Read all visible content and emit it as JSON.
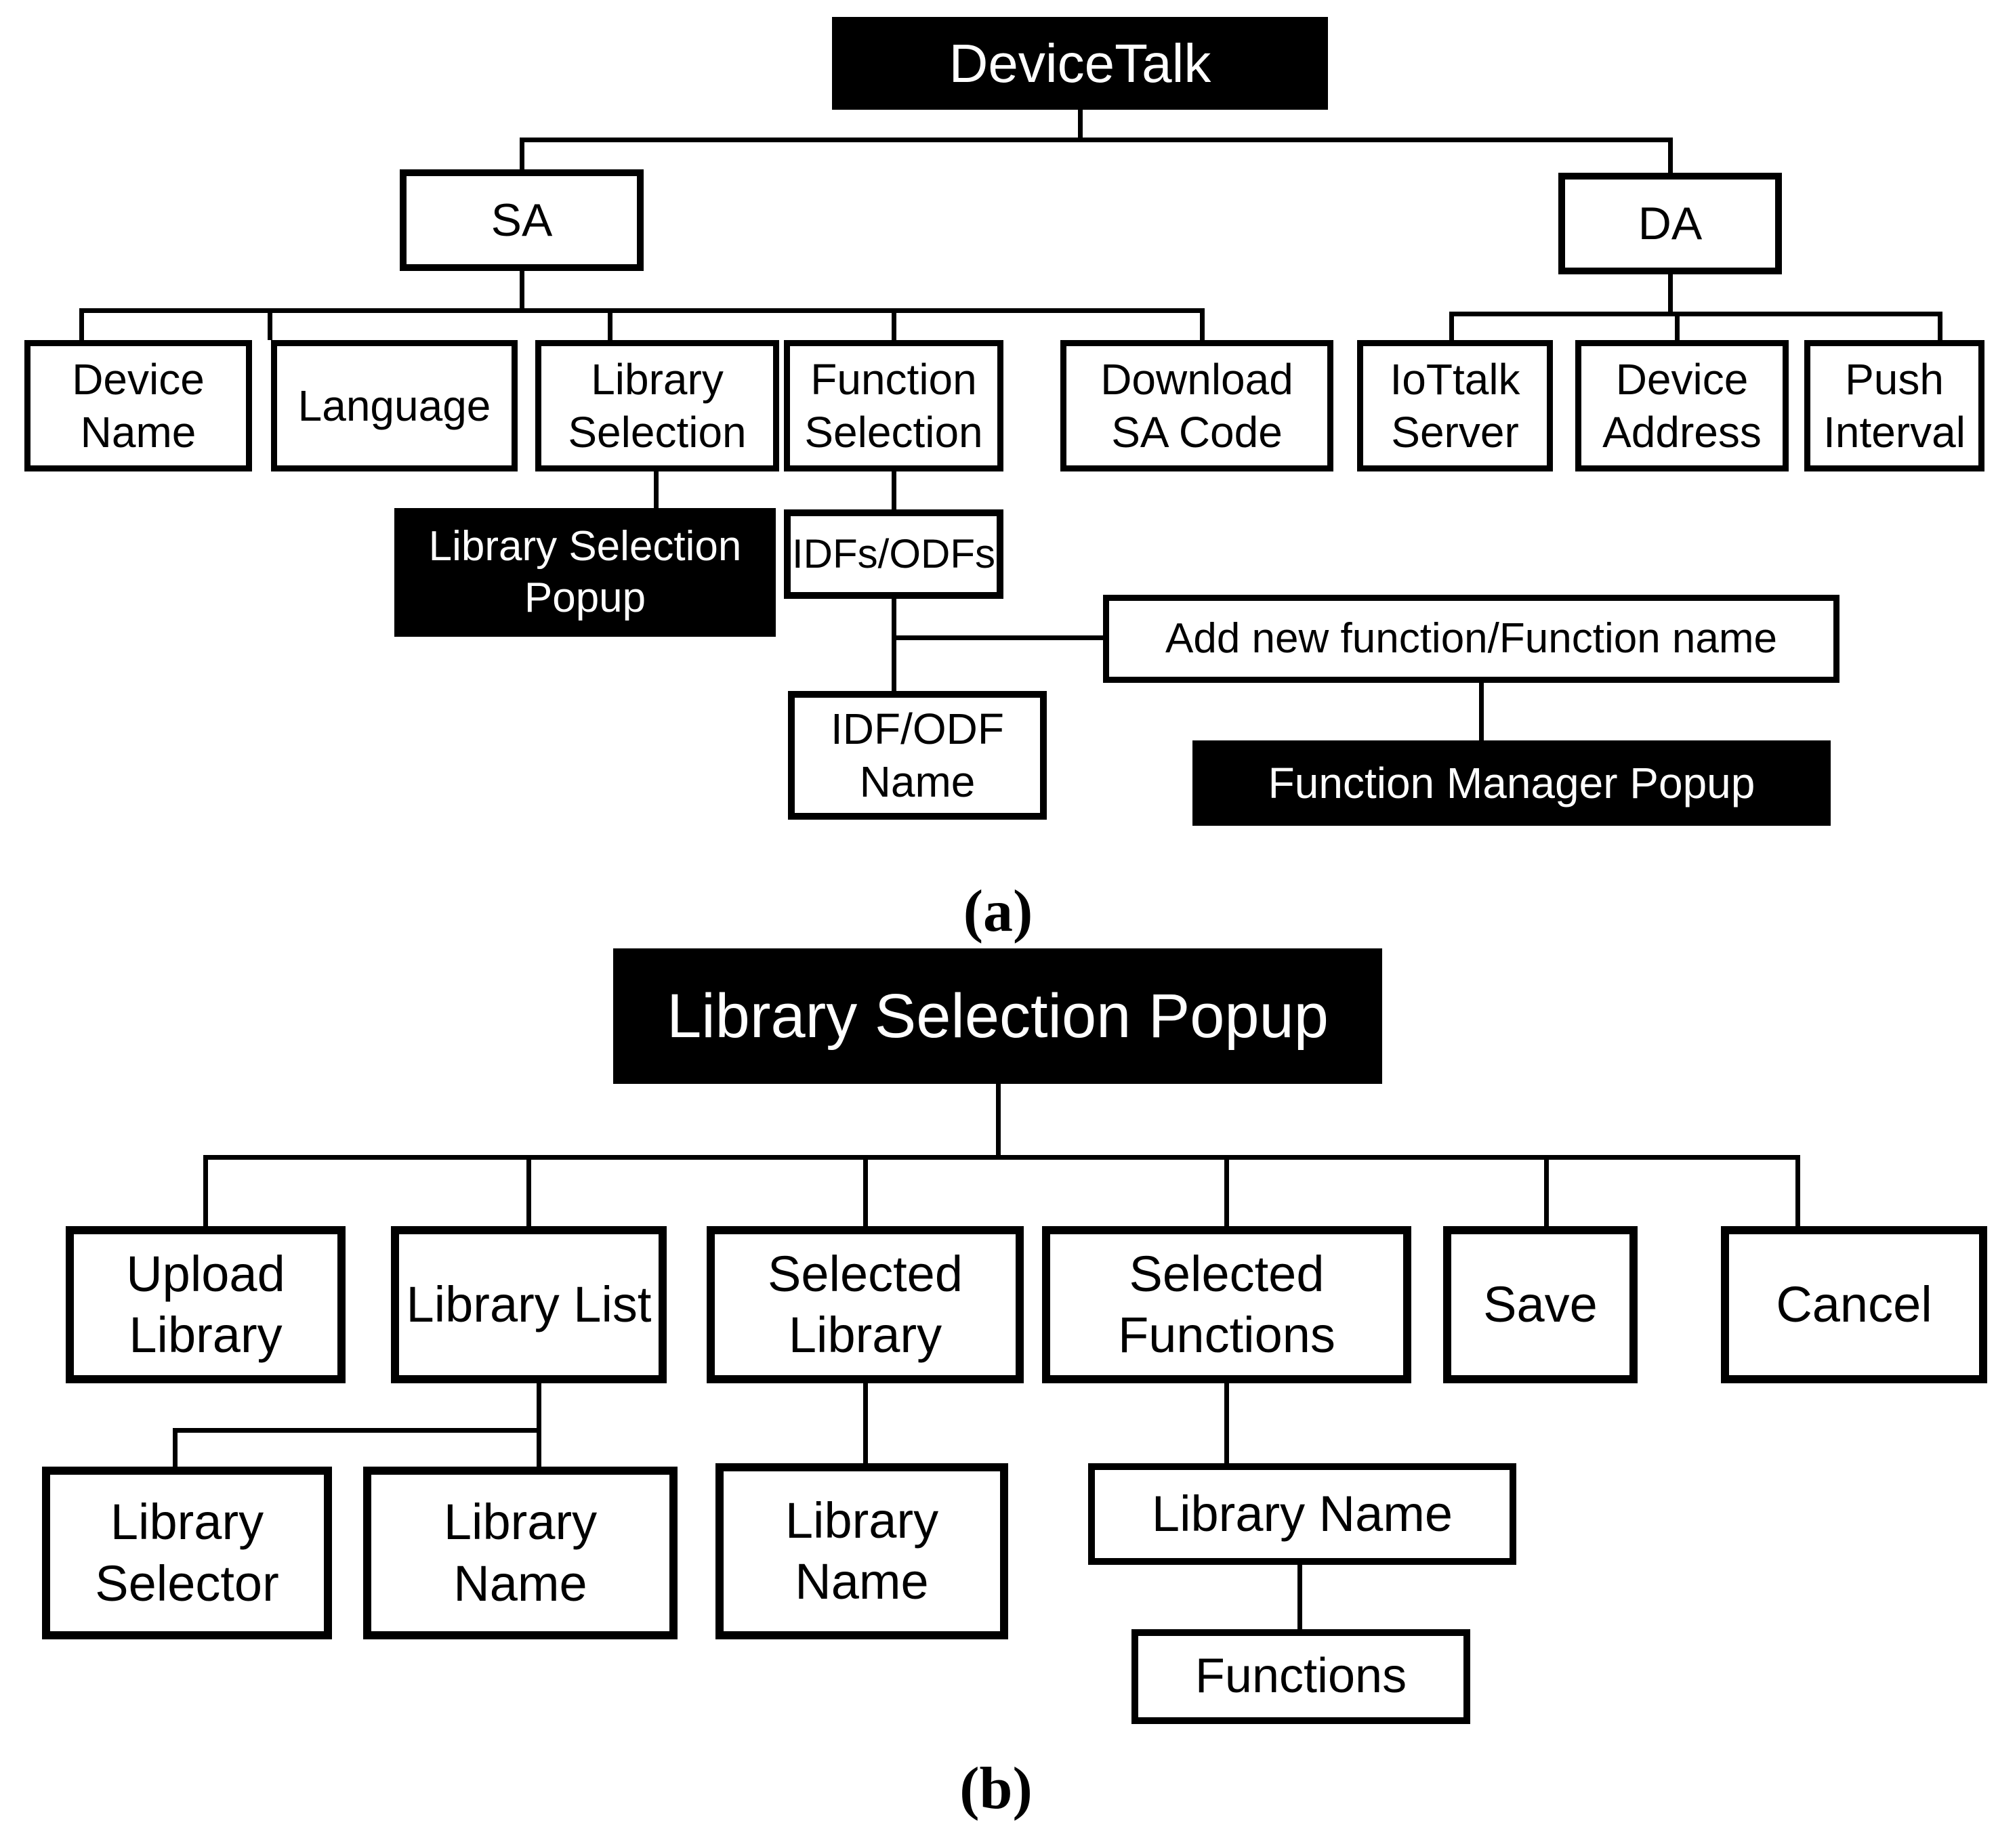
{
  "figure": {
    "colors": {
      "background": "#ffffff",
      "node_fill_light": "#ffffff",
      "node_fill_dark": "#000000",
      "node_text_on_dark": "#ffffff",
      "node_border": "#000000"
    },
    "panel_a": {
      "label": "(a)",
      "nodes": {
        "devicetalk": "DeviceTalk",
        "sa": "SA",
        "da": "DA",
        "device_name": "Device Name",
        "language": "Language",
        "library_selection": "Library Selection",
        "function_selection": "Function Selection",
        "download_sa_code": "Download SA Code",
        "iottalk_server": "IoTtalk Server",
        "device_address": "Device Address",
        "push_interval": "Push Interval",
        "library_selection_popup": "Library Selection Popup",
        "idfs_odfs": "IDFs/ODFs",
        "idf_odf_name": "IDF/ODF Name",
        "add_new_function": "Add new function/Function name",
        "function_manager_popup": "Function Manager Popup"
      }
    },
    "panel_b": {
      "label": "(b)",
      "nodes": {
        "library_selection_popup": "Library Selection Popup",
        "upload_library": "Upload Library",
        "library_list": "Library List",
        "selected_library": "Selected Library",
        "selected_functions": "Selected Functions",
        "save": "Save",
        "cancel": "Cancel",
        "library_selector": "Library Selector",
        "library_name_under_list": "Library Name",
        "library_name_under_selected_library": "Library Name",
        "library_name_under_selected_functions": "Library Name",
        "functions": "Functions"
      }
    }
  }
}
